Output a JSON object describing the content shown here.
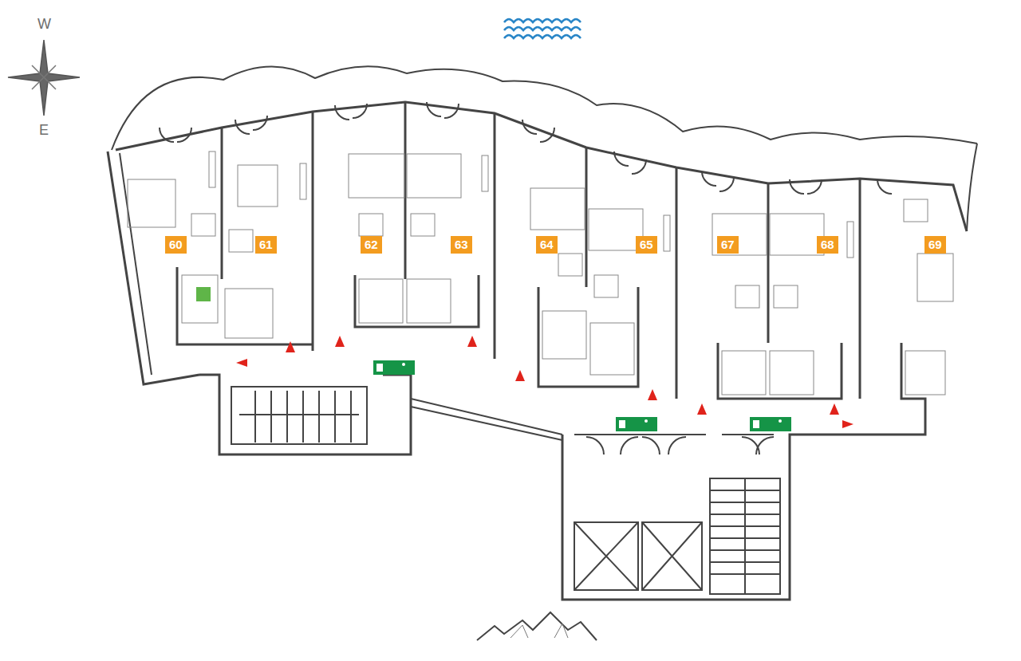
{
  "diagram": {
    "nodes": [
      {
        "text": [
          "60"
        ]
      },
      {
        "text": [
          "61"
        ]
      },
      {
        "text": [
          "62"
        ]
      },
      {
        "text": [
          "63"
        ]
      },
      {
        "text": [
          "64"
        ]
      },
      {
        "text": [
          "65"
        ]
      },
      {
        "text": [
          "67"
        ]
      },
      {
        "text": [
          "68"
        ]
      },
      {
        "text": [
          "69"
        ]
      }
    ],
    "labels": [
      "W",
      "E"
    ]
  }
}
